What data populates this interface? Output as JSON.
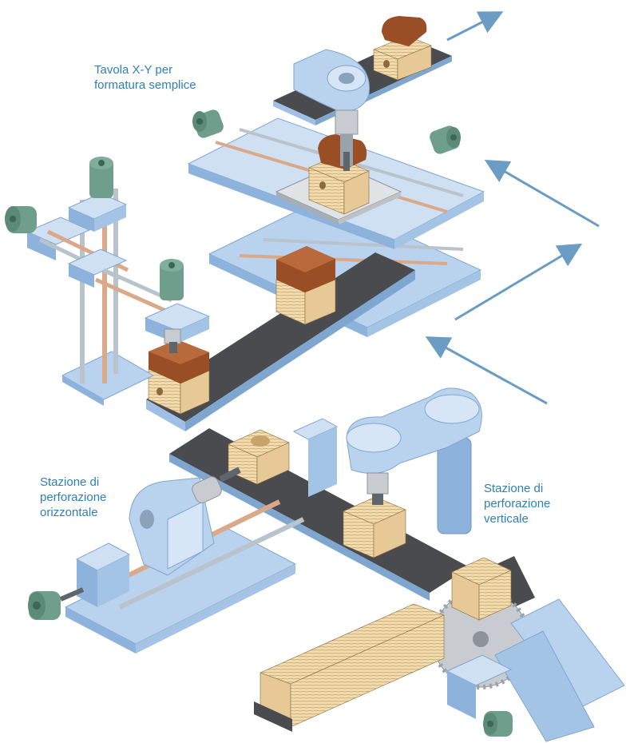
{
  "labels": {
    "xy_table": "Tavola X-Y per\nformatura semplice",
    "horizontal_station": "Stazione di\nperforazione\norizzontale",
    "vertical_station": "Stazione di\nperforazione\nverticale"
  },
  "colors": {
    "label_text": "#2f7fb9",
    "arrow": "#6b9cc4",
    "machine_blue": "#b9d3ef",
    "machine_blue_dark": "#8db3dc",
    "conveyor_dark": "#4a4b4f",
    "conveyor_edge": "#9fc0e4",
    "wood_light": "#f1dcb0",
    "wood_grain": "#c9a46a",
    "wood_brown": "#9a4e25",
    "motor_green": "#6f9e8c",
    "rod_copper": "#d9a98a",
    "rod_steel": "#b8c3cc",
    "saw_blade": "#c8ccd0"
  },
  "icons": [
    "flow-arrow-icon",
    "motor-icon",
    "saw-blade-icon"
  ]
}
